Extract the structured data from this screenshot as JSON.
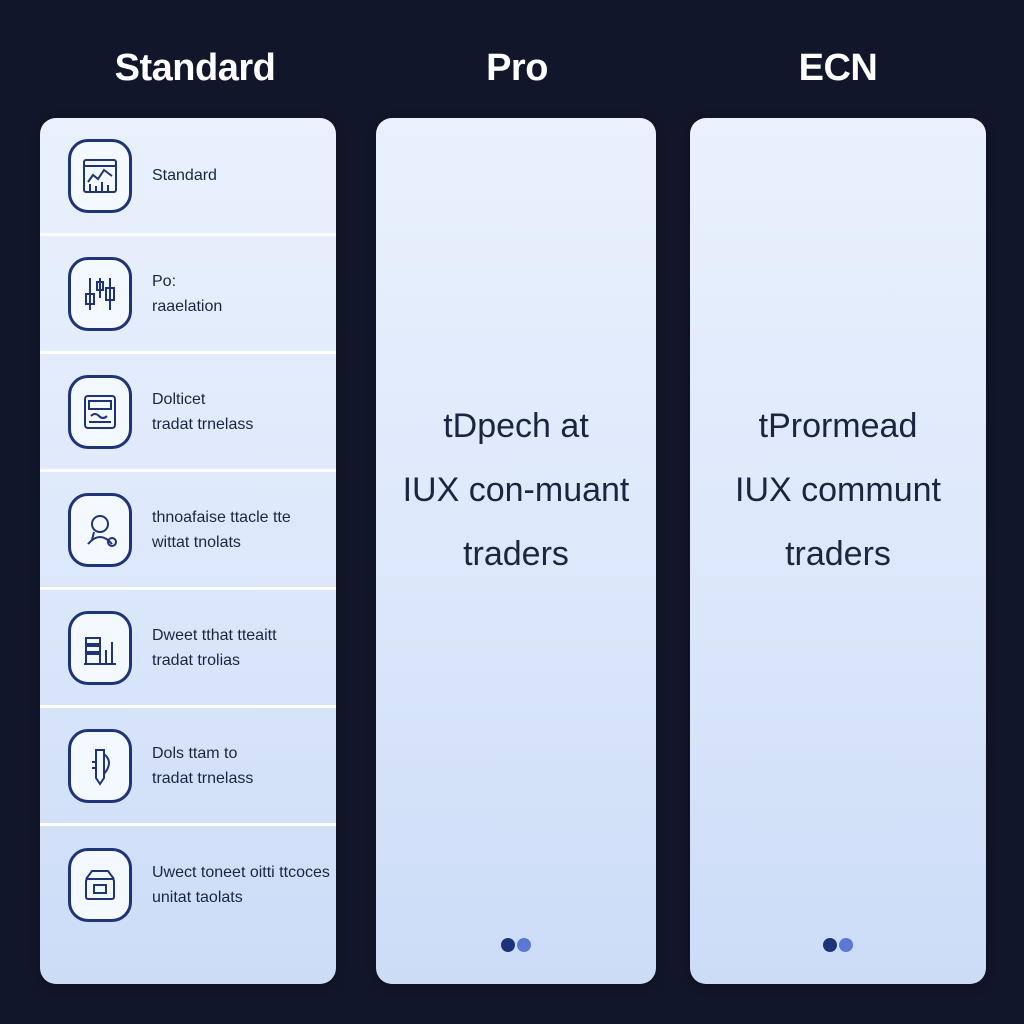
{
  "columns": {
    "standard": {
      "title": "Standard"
    },
    "pro": {
      "title": "Pro",
      "headline": [
        "tDpech at",
        "IUX con-muant",
        "traders"
      ]
    },
    "ecn": {
      "title": "ECN",
      "headline": [
        "tPrormead",
        "IUX communt",
        "traders"
      ]
    }
  },
  "features": [
    {
      "icon": "chart-window-icon",
      "lines": [
        "Standard"
      ]
    },
    {
      "icon": "candlestick-icon",
      "lines": [
        "Po:",
        "raaelation"
      ]
    },
    {
      "icon": "calculator-icon",
      "lines": [
        "Dolticet",
        "tradat trnelass"
      ]
    },
    {
      "icon": "support-agent-icon",
      "lines": [
        "thnoafaise ttacle tte",
        "wittat tnolats"
      ]
    },
    {
      "icon": "bar-chart-icon",
      "lines": [
        "Dweet tthat tteaitt",
        "tradat trolias"
      ]
    },
    {
      "icon": "pen-icon",
      "lines": [
        "Dols ttam to",
        "tradat trnelass"
      ]
    },
    {
      "icon": "wallet-icon",
      "lines": [
        "Uwect toneet oitti ttcoces",
        "unitat taolats"
      ]
    }
  ],
  "colors": {
    "background": "#12162a",
    "accent_dark": "#1f3478",
    "accent_light": "#5b78d6",
    "panel": "#dde8fb"
  },
  "pagination": {
    "pro": "2 dots",
    "ecn": "2 dots"
  }
}
